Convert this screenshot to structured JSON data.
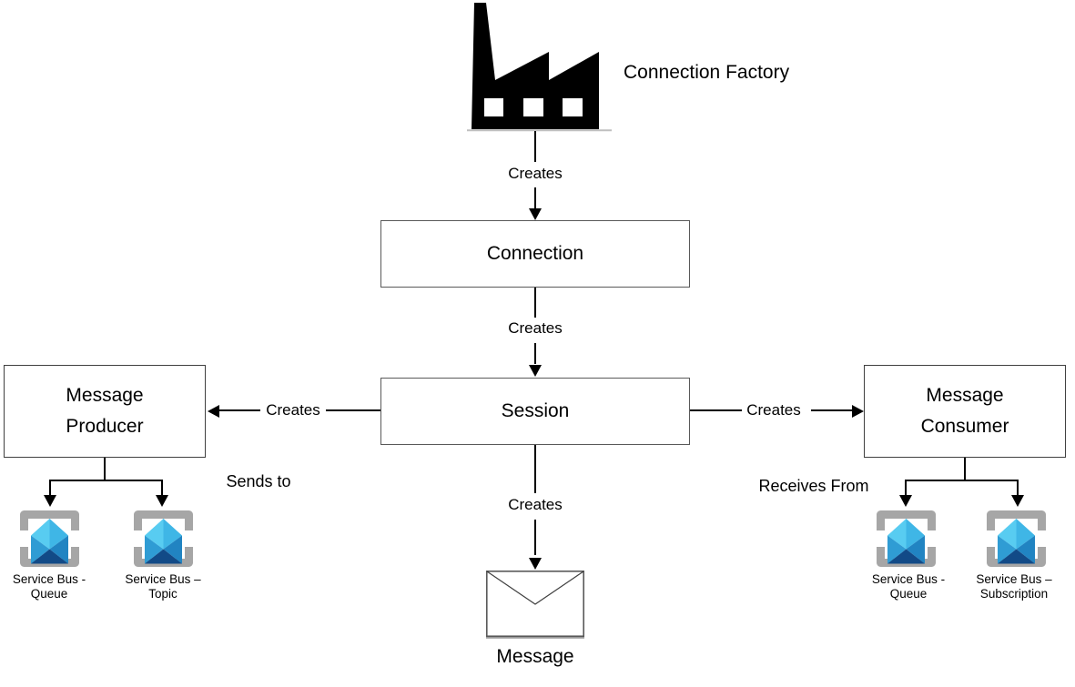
{
  "diagram": {
    "factory_label": "Connection Factory",
    "edge_labels": {
      "creates": "Creates",
      "sends_to": "Sends to",
      "receives_from": "Receives From"
    },
    "nodes": {
      "connection": "Connection",
      "session": "Session",
      "producer": "Message Producer",
      "consumer": "Message Consumer",
      "message": "Message"
    },
    "service_bus_items": [
      {
        "line1": "Service Bus -",
        "line2": "Queue"
      },
      {
        "line1": "Service Bus –",
        "line2": "Topic"
      },
      {
        "line1": "Service Bus -",
        "line2": "Queue"
      },
      {
        "line1": "Service Bus –",
        "line2": "Subscription"
      }
    ],
    "colors": {
      "line": "#000000",
      "node_border": "#595959",
      "factory_fill": "#000000",
      "bracket_gray": "#A6A6A6",
      "envelope_top_light": "#58CCF1",
      "envelope_top_shade": "#3FB6E6",
      "envelope_flap_left": "#2F9CD4",
      "envelope_flap_right": "#2184C2",
      "envelope_bottom_dark": "#124A87"
    }
  }
}
